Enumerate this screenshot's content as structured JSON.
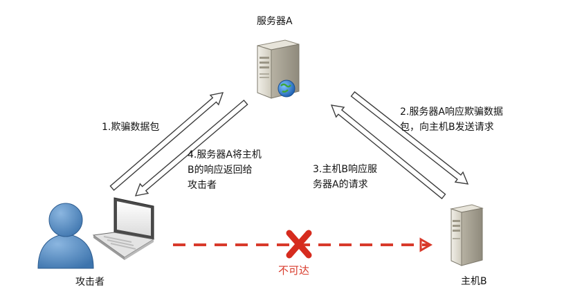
{
  "nodes": {
    "server_a": "服务器A",
    "attacker": "攻击者",
    "host_b": "主机B"
  },
  "steps": {
    "step1": "1.欺骗数据包",
    "step2_line1": "2.服务器A响应欺骗数据",
    "step2_line2": "包，向主机B发送请求",
    "step3_line1": "3.主机B响应服",
    "step3_line2": "务器A的请求",
    "step4_line1": "4.服务器A将主机",
    "step4_line2": "B的响应返回给",
    "step4_line3": "攻击者"
  },
  "unreachable": "不可达",
  "colors": {
    "red": "#d83a2b",
    "arrow_stroke": "#3c3c3c",
    "server_body": "#d9d5c8",
    "person_blue": "#4e86bf"
  },
  "icons": {
    "server_a": "server-globe-icon",
    "host_b": "server-icon",
    "attacker": "person-icon",
    "laptop": "laptop-icon",
    "blocked": "red-x-icon"
  }
}
